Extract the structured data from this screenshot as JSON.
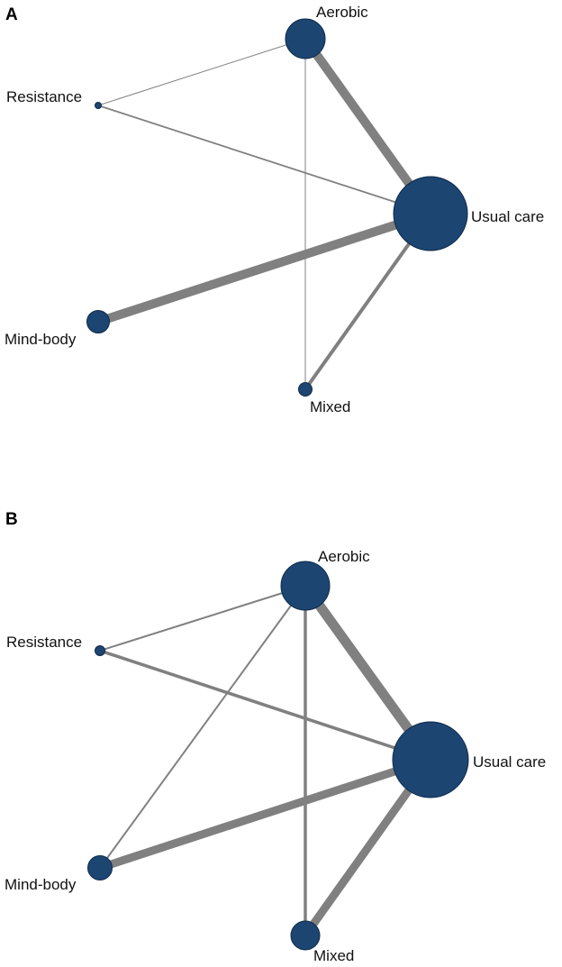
{
  "colors": {
    "node_fill": "#1d4571",
    "node_stroke": "#0f2a4a",
    "edge": "#808080",
    "text": "#111111"
  },
  "panels": [
    {
      "label": "A",
      "nodes": [
        {
          "id": "aerobic",
          "name": "Aerobic"
        },
        {
          "id": "resistance",
          "name": "Resistance"
        },
        {
          "id": "usual_care",
          "name": "Usual care"
        },
        {
          "id": "mind_body",
          "name": "Mind-body"
        },
        {
          "id": "mixed",
          "name": "Mixed"
        }
      ],
      "edges": [
        {
          "from": "aerobic",
          "to": "usual_care"
        },
        {
          "from": "aerobic",
          "to": "resistance"
        },
        {
          "from": "aerobic",
          "to": "mixed"
        },
        {
          "from": "resistance",
          "to": "usual_care"
        },
        {
          "from": "mind_body",
          "to": "usual_care"
        },
        {
          "from": "mixed",
          "to": "usual_care"
        }
      ]
    },
    {
      "label": "B",
      "nodes": [
        {
          "id": "aerobic",
          "name": "Aerobic"
        },
        {
          "id": "resistance",
          "name": "Resistance"
        },
        {
          "id": "usual_care",
          "name": "Usual care"
        },
        {
          "id": "mind_body",
          "name": "Mind-body"
        },
        {
          "id": "mixed",
          "name": "Mixed"
        }
      ],
      "edges": [
        {
          "from": "aerobic",
          "to": "usual_care"
        },
        {
          "from": "aerobic",
          "to": "resistance"
        },
        {
          "from": "aerobic",
          "to": "mixed"
        },
        {
          "from": "aerobic",
          "to": "mind_body"
        },
        {
          "from": "resistance",
          "to": "usual_care"
        },
        {
          "from": "mind_body",
          "to": "usual_care"
        },
        {
          "from": "mixed",
          "to": "usual_care"
        }
      ]
    }
  ]
}
